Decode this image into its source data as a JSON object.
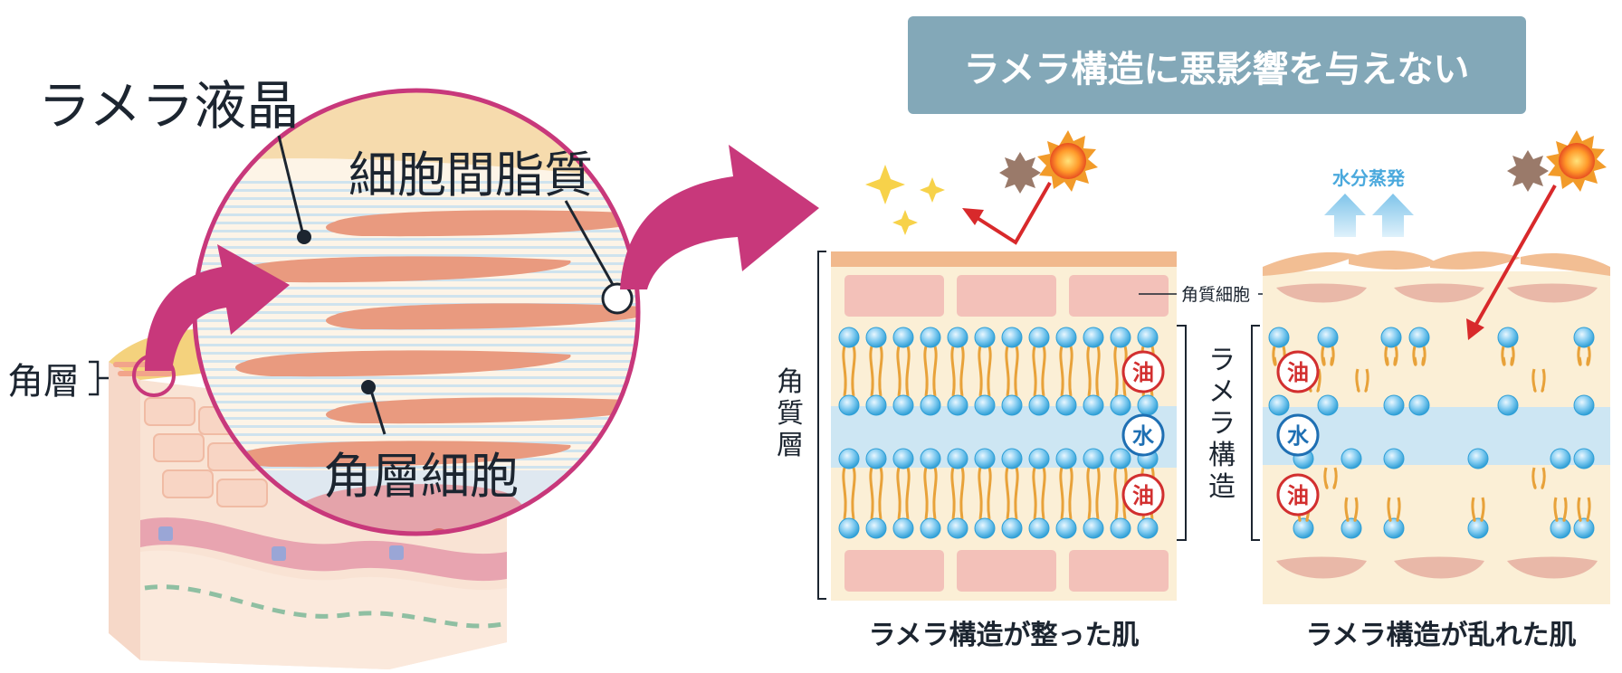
{
  "left_labels": {
    "lamellar_liquid_crystal": "ラメラ液晶",
    "intercellular_lipid": "細胞間脂質",
    "stratum_corneum": "角層",
    "corneocyte": "角層細胞"
  },
  "banner": {
    "text": "ラメラ構造に悪影響を与えない"
  },
  "middle_labels": {
    "corneocyte_cell": "角質細胞",
    "stratum_corneum_vertical": [
      "角",
      "質",
      "層"
    ],
    "lamellar_structure_vertical": [
      "ラ",
      "メ",
      "ラ",
      "構",
      "造"
    ],
    "caption": "ラメラ構造が整った肌"
  },
  "right_labels": {
    "water_evaporation": "水分蒸発",
    "caption": "ラメラ構造が乱れた肌"
  },
  "badges": {
    "oil": "油",
    "water": "水"
  },
  "colors": {
    "banner_bg": "#83a8b8",
    "magenta": "#c8387b",
    "corneocyte": "#e99a7f",
    "lipid_stripe": "#cfe3ee",
    "skin_bg": "#fbefd6",
    "water_band": "#cde6f3",
    "lipid_head": "#5fb9e3",
    "lipid_tail": "#e8a23a",
    "oil_red": "#d22f2f",
    "water_blue": "#1e6fb3",
    "arrow_red": "#d8292b"
  },
  "icons": [
    "sparkle-icon",
    "sun-icon",
    "dust-icon",
    "up-arrow-icon",
    "red-arrow-icon"
  ]
}
